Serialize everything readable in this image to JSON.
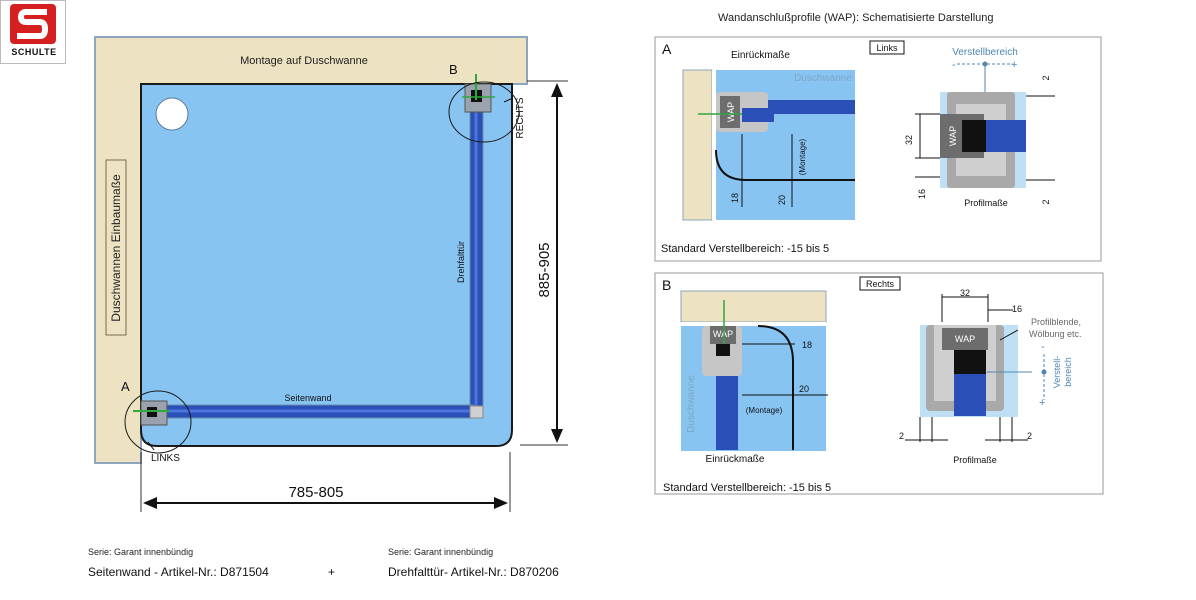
{
  "brand": {
    "name": "SCHULTE",
    "logo_letter": "S",
    "color": "#d62020"
  },
  "plan": {
    "top_label": "Montage auf Duschwanne",
    "left_label": "Duschwannen Einbaumaße",
    "door_label": "Drehfalttür",
    "side_label": "Seitenwand",
    "marker_a": "A",
    "marker_b": "B",
    "links_label": "LINKS",
    "rechts_label": "RECHTS",
    "width_dim": "785-805",
    "depth_dim": "885-905"
  },
  "colors": {
    "tray": "#88c4f2",
    "wall": "#ede3c2",
    "profile": "#2a4fb6",
    "outline": "#6a8fab"
  },
  "detail": {
    "title": "Wandanschlußprofile (WAP): Schematisierte Darstellung",
    "panel_a": {
      "letter": "A",
      "einrueck": "Einrückmaße",
      "side_tag": "Links",
      "verstell": "Verstellbereich",
      "minus": "-",
      "plus": "+",
      "tray_label": "Duschwanne",
      "wap": "WAP",
      "montage": "(Montage)",
      "d18": "18",
      "d20": "20",
      "d32": "32",
      "d16": "16",
      "d2a": "2",
      "d2b": "2",
      "profilmasse": "Profilmaße",
      "standard": "Standard Verstellbereich: -15 bis 5"
    },
    "panel_b": {
      "letter": "B",
      "side_tag": "Rechts",
      "tray_label": "Duschwanne",
      "wap": "WAP",
      "d18": "18",
      "d20": "20",
      "montage": "(Montage)",
      "einrueck": "Einrückmaße",
      "d32": "32",
      "d16": "16",
      "profilblende_1": "Profilblende,",
      "profilblende_2": "Wölbung etc.",
      "verstell_1": "Verstell-",
      "verstell_2": "bereich",
      "minus": "-",
      "plus": "+",
      "d2a": "2",
      "d2b": "2",
      "profilmasse": "Profilmaße",
      "standard": "Standard Verstellbereich: -15 bis 5"
    }
  },
  "footer": {
    "left_serie": "Serie: Garant innenbündig",
    "left_artikel": "Seitenwand - Artikel-Nr.: D871504",
    "plus": "+",
    "right_serie": "Serie: Garant innenbündig",
    "right_artikel": "Drehfalttür- Artikel-Nr.: D870206"
  }
}
